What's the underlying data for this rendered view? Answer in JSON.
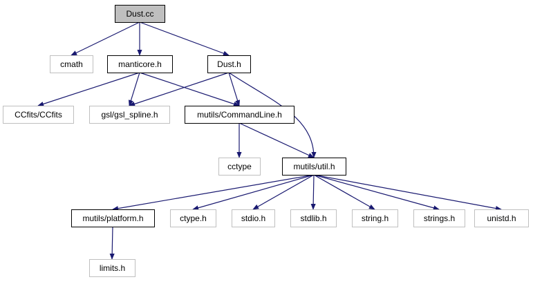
{
  "diagram": {
    "nodes": [
      {
        "id": "dust_cc",
        "label": "Dust.cc",
        "style": "current"
      },
      {
        "id": "cmath",
        "label": "cmath",
        "style": "system"
      },
      {
        "id": "manticore_h",
        "label": "manticore.h",
        "style": "project"
      },
      {
        "id": "dust_h",
        "label": "Dust.h",
        "style": "project"
      },
      {
        "id": "ccfits",
        "label": "CCfits/CCfits",
        "style": "system"
      },
      {
        "id": "gsl_spline",
        "label": "gsl/gsl_spline.h",
        "style": "system"
      },
      {
        "id": "commandline_h",
        "label": "mutils/CommandLine.h",
        "style": "project"
      },
      {
        "id": "cctype",
        "label": "cctype",
        "style": "system"
      },
      {
        "id": "util_h",
        "label": "mutils/util.h",
        "style": "project"
      },
      {
        "id": "platform_h",
        "label": "mutils/platform.h",
        "style": "project"
      },
      {
        "id": "ctype_h",
        "label": "ctype.h",
        "style": "system"
      },
      {
        "id": "stdio_h",
        "label": "stdio.h",
        "style": "system"
      },
      {
        "id": "stdlib_h",
        "label": "stdlib.h",
        "style": "system"
      },
      {
        "id": "string_h",
        "label": "string.h",
        "style": "system"
      },
      {
        "id": "strings_h",
        "label": "strings.h",
        "style": "system"
      },
      {
        "id": "unistd_h",
        "label": "unistd.h",
        "style": "system"
      },
      {
        "id": "limits_h",
        "label": "limits.h",
        "style": "system"
      }
    ],
    "edges": [
      {
        "from": "dust_cc",
        "to": "cmath"
      },
      {
        "from": "dust_cc",
        "to": "manticore_h"
      },
      {
        "from": "dust_cc",
        "to": "dust_h"
      },
      {
        "from": "manticore_h",
        "to": "ccfits"
      },
      {
        "from": "manticore_h",
        "to": "gsl_spline"
      },
      {
        "from": "manticore_h",
        "to": "commandline_h"
      },
      {
        "from": "dust_h",
        "to": "gsl_spline"
      },
      {
        "from": "dust_h",
        "to": "commandline_h"
      },
      {
        "from": "dust_h",
        "to": "util_h"
      },
      {
        "from": "commandline_h",
        "to": "cctype"
      },
      {
        "from": "commandline_h",
        "to": "util_h"
      },
      {
        "from": "util_h",
        "to": "platform_h"
      },
      {
        "from": "util_h",
        "to": "ctype_h"
      },
      {
        "from": "util_h",
        "to": "stdio_h"
      },
      {
        "from": "util_h",
        "to": "stdlib_h"
      },
      {
        "from": "util_h",
        "to": "string_h"
      },
      {
        "from": "util_h",
        "to": "strings_h"
      },
      {
        "from": "util_h",
        "to": "unistd_h"
      },
      {
        "from": "platform_h",
        "to": "limits_h"
      }
    ]
  },
  "colors": {
    "edge": "#191970",
    "current_fill": "#bfbfbf",
    "current_border": "#000000",
    "project_border": "#000000",
    "system_border": "#bfbfbf",
    "system_text": "#000000"
  }
}
